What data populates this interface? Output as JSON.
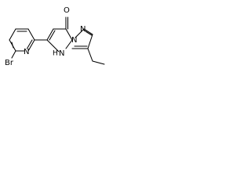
{
  "structure": {
    "atoms": {
      "bromine": "Br",
      "pyridine_nitrogen": "N",
      "ring_nh": "N",
      "ring_nh_h": "H",
      "pyrazole_nitrogen_1": "N",
      "pyrazole_nitrogen_2": "N",
      "carbonyl_oxygen": "O"
    }
  }
}
